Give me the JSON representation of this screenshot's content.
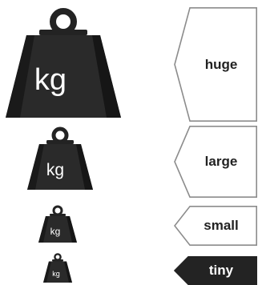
{
  "weights": [
    {
      "unit": "kg",
      "size": "huge"
    },
    {
      "unit": "kg",
      "size": "large"
    },
    {
      "unit": "kg",
      "size": "small"
    },
    {
      "unit": "kg",
      "size": "tiny"
    }
  ],
  "tags": [
    {
      "label": "huge",
      "selected": false
    },
    {
      "label": "large",
      "selected": false
    },
    {
      "label": "small",
      "selected": false
    },
    {
      "label": "tiny",
      "selected": true
    }
  ],
  "colors": {
    "weight_fill": "#232323",
    "weight_side": "#111111",
    "tag_border": "#8c8c8c",
    "tag_fill": "#ffffff",
    "tag_selected_fill": "#232323",
    "tag_text": "#222222",
    "tag_selected_text": "#ffffff"
  }
}
